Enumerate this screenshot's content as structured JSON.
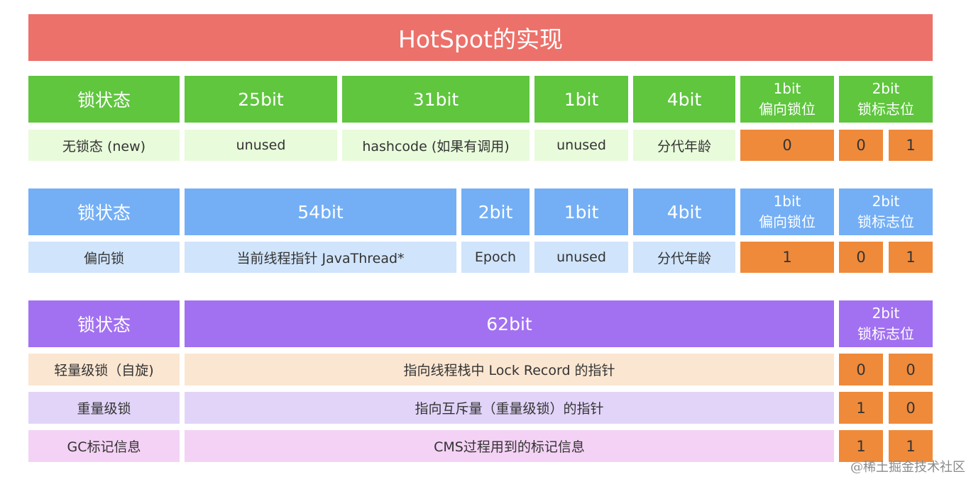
{
  "title": "HotSpot的实现",
  "table1": {
    "headers": [
      "锁状态",
      "25bit",
      "31bit",
      "1bit",
      "4bit"
    ],
    "biased_header": [
      "1bit",
      "偏向锁位"
    ],
    "flag_header": [
      "2bit",
      "锁标志位"
    ],
    "row": [
      "无锁态 (new)",
      "unused",
      "hashcode (如果有调用)",
      "unused",
      "分代年龄"
    ],
    "biased": "0",
    "flags": [
      "0",
      "1"
    ]
  },
  "table2": {
    "headers": [
      "锁状态",
      "54bit",
      "2bit",
      "1bit",
      "4bit"
    ],
    "biased_header": [
      "1bit",
      "偏向锁位"
    ],
    "flag_header": [
      "2bit",
      "锁标志位"
    ],
    "row": [
      "偏向锁",
      "当前线程指针 JavaThread*",
      "Epoch",
      "unused",
      "分代年龄"
    ],
    "biased": "1",
    "flags": [
      "0",
      "1"
    ]
  },
  "table3": {
    "headers": [
      "锁状态",
      "62bit"
    ],
    "flag_header": [
      "2bit",
      "锁标志位"
    ],
    "rows": [
      {
        "state": "轻量级锁（自旋)",
        "content": "指向线程栈中 Lock Record 的指针",
        "flags": [
          "0",
          "0"
        ]
      },
      {
        "state": "重量级锁",
        "content": "指向互斥量（重量级锁）的指针",
        "flags": [
          "1",
          "0"
        ]
      },
      {
        "state": "GC标记信息",
        "content": "CMS过程用到的标记信息",
        "flags": [
          "1",
          "1"
        ]
      }
    ]
  },
  "watermark": "@稀土掘金技术社区",
  "colors": {
    "title": "#ec716a",
    "green_header": "#5fc63e",
    "blue_header": "#74aff5",
    "purple_header": "#a271f1",
    "orange_cell": "#ef8a3a"
  }
}
